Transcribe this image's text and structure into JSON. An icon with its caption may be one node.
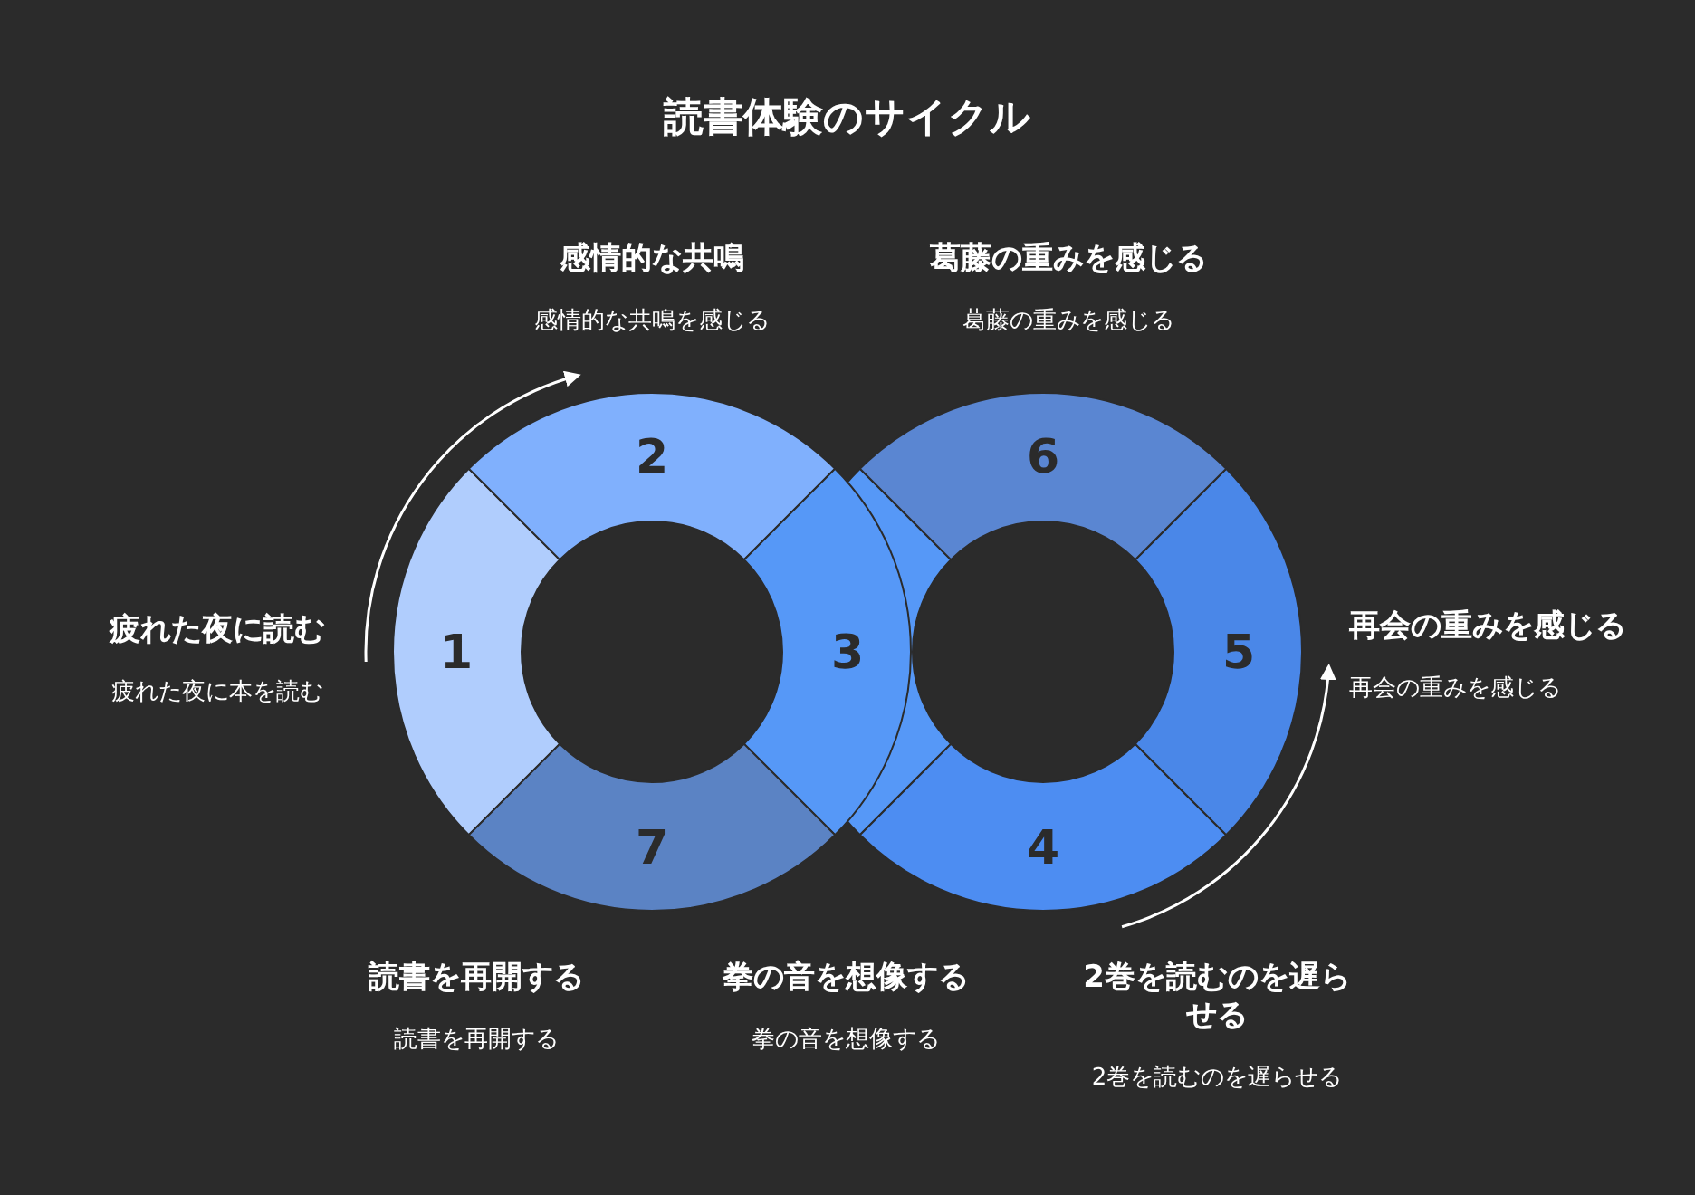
{
  "diagram": {
    "title": "読書体験のサイクル",
    "nodes": [
      {
        "text": [
          "1"
        ],
        "beside": [
          "疲れた夜に読む",
          "疲れた夜に本を読む"
        ]
      },
      {
        "text": [
          "2"
        ],
        "beside": [
          "感情的な共鳴",
          "感情的な共鳴を感じる"
        ]
      },
      {
        "text": [
          "3"
        ],
        "beside": [
          "拳の音を想像する",
          "拳の音を想像する"
        ]
      },
      {
        "text": [
          "4"
        ],
        "beside": [
          "2巻を読むのを遅らせる",
          "2巻を読むのを遅らせる"
        ]
      },
      {
        "text": [
          "5"
        ],
        "beside": [
          "再会の重みを感じる",
          "再会の重みを感じる"
        ]
      },
      {
        "text": [
          "6"
        ],
        "beside": [
          "葛藤の重みを感じる",
          "葛藤の重みを感じる"
        ]
      },
      {
        "text": [
          "7"
        ],
        "beside": [
          "読書を再開する",
          "読書を再開する"
        ]
      }
    ]
  }
}
